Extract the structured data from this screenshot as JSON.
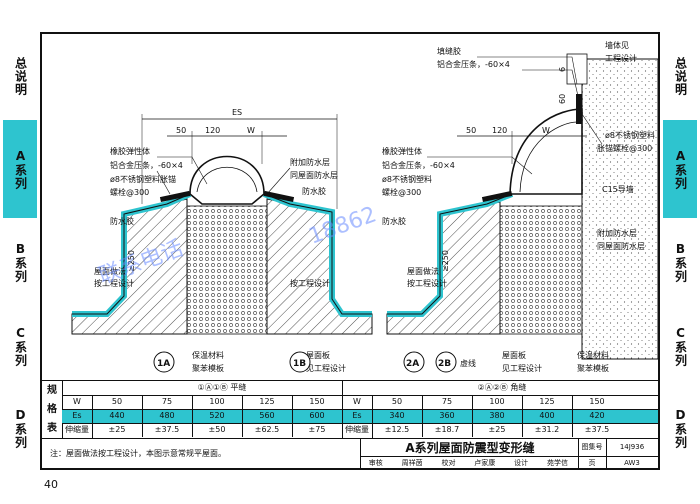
{
  "side_tabs_left": [
    {
      "label": "总说明"
    },
    {
      "label": "A系列",
      "active": true
    },
    {
      "label": "B系列"
    },
    {
      "label": "C系列"
    },
    {
      "label": "D系列"
    }
  ],
  "side_tabs_right": [
    {
      "label": "总说明"
    },
    {
      "label": "A系列",
      "active": true
    },
    {
      "label": "B系列"
    },
    {
      "label": "C系列"
    },
    {
      "label": "D系列"
    }
  ],
  "colors": {
    "accent_teal": "#2ec4cf",
    "watermark_blue": "#6a8cff"
  },
  "drawing": {
    "left": {
      "labels": {
        "rubber": "橡胶弹性体",
        "strip": "铝合金压条，-60×4",
        "anchor": "ø8不锈钢塑料胀锚",
        "bolt": "螺栓@300",
        "sealant": "防水胶",
        "roof_method_1": "屋面做法",
        "roof_method_2": "按工程设计",
        "extra_layer_1": "附加防水层",
        "extra_layer_2": "同屋面防水层",
        "waterproof": "防水胶",
        "per_design": "按工程设计",
        "insul_1": "保温材料",
        "insul_2": "聚苯模板",
        "slab_1": "屋面板",
        "slab_2": "见工程设计"
      },
      "dims": {
        "es": "ES",
        "d50": "50",
        "d120": "120",
        "w": "W",
        "h250": "≥250"
      },
      "marks": {
        "a": "1A",
        "b": "1B"
      }
    },
    "right": {
      "labels": {
        "filler": "填缝胶",
        "strip": "铝合金压条，-60×4",
        "wall_1": "墙体见",
        "wall_2": "工程设计",
        "rubber": "橡胶弹性体",
        "strip2": "铝合金压条，-60×4",
        "anchor_1": "ø8不锈钢塑料",
        "anchor_2": "胀锚螺栓@300",
        "bolt": "螺栓@300",
        "sealant": "防水胶",
        "c15": "C15导墙",
        "roof_method_1": "屋面做法",
        "roof_method_2": "按工程设计",
        "extra_layer_1": "附加防水层",
        "extra_layer_2": "同屋面防水层",
        "slab_1": "屋面板",
        "slab_2": "见工程设计",
        "insul_1": "保温材料",
        "insul_2": "聚苯模板",
        "dashed": "虚线"
      },
      "dims": {
        "d50": "50",
        "d120": "120",
        "w": "W",
        "h250": "≥250",
        "d60": "60",
        "d6": "6"
      },
      "marks": {
        "a": "2A",
        "b": "2B"
      }
    },
    "watermark": [
      "联系电话",
      "18862"
    ]
  },
  "spec_table": {
    "title_chars": [
      "规",
      "格",
      "表"
    ],
    "left_header": "①Ⓐ①Ⓑ 平缝",
    "right_header": "②Ⓐ②Ⓑ 角缝",
    "row_labels": [
      "W",
      "Es",
      "伸缩量"
    ],
    "left": {
      "W": [
        "50",
        "75",
        "100",
        "125",
        "150"
      ],
      "Es": [
        "440",
        "480",
        "520",
        "560",
        "600"
      ],
      "stretch": [
        "±25",
        "±37.5",
        "±50",
        "±62.5",
        "±75"
      ]
    },
    "right": {
      "W": [
        "50",
        "75",
        "100",
        "125",
        "150"
      ],
      "Es": [
        "340",
        "360",
        "380",
        "400",
        "420"
      ],
      "stretch": [
        "±12.5",
        "±18.7",
        "±25",
        "±31.2",
        "±37.5"
      ]
    }
  },
  "title_block": {
    "note": "注：屋面做法按工程设计，本图示意常规平屋面。",
    "title": "A系列屋面防震型变形缝",
    "atlas_label": "图集号",
    "atlas_no": "14J936",
    "page_label": "页",
    "page_code": "AW3",
    "sign_row": [
      "审核",
      "周祥茵",
      "校对",
      "卢家康",
      "设计",
      "苑学信"
    ]
  },
  "page_number": "40"
}
